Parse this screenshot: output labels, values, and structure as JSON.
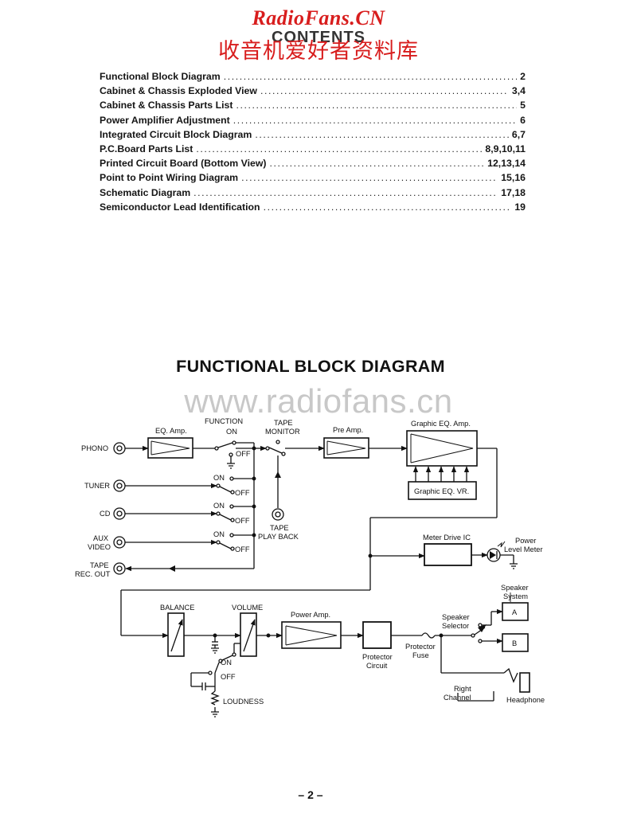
{
  "watermark": {
    "site": "RadioFans.CN",
    "site_cn": "收音机爱好者资料库",
    "url": "www.radiofans.cn"
  },
  "contents": {
    "title": "CONTENTS",
    "entries": [
      {
        "title": "Functional Block Diagram",
        "page": "2"
      },
      {
        "title": "Cabinet & Chassis Exploded View",
        "page": "3,4"
      },
      {
        "title": "Cabinet & Chassis Parts List",
        "page": "5"
      },
      {
        "title": "Power Amplifier Adjustment",
        "page": "6"
      },
      {
        "title": "Integrated Circuit Block Diagram",
        "page": "6,7"
      },
      {
        "title": "P.C.Board Parts List",
        "page": "8,9,10,11"
      },
      {
        "title": "Printed Circuit Board (Bottom View)",
        "page": "12,13,14"
      },
      {
        "title": "Point to Point Wiring Diagram",
        "page": "15,16"
      },
      {
        "title": "Schematic Diagram",
        "page": "17,18"
      },
      {
        "title": "Semiconductor Lead Identification",
        "page": "19"
      }
    ],
    "dot_leader": "......................................................................................................................"
  },
  "diagram": {
    "title": "FUNCTIONAL BLOCK DIAGRAM",
    "inputs": {
      "phono": "PHONO",
      "tuner": "TUNER",
      "cd": "CD",
      "aux": "AUX",
      "video": "VIDEO",
      "tape": "TAPE",
      "rec_out": "REC. OUT"
    },
    "switch": {
      "on": "ON",
      "off": "OFF"
    },
    "function_label": "FUNCTION",
    "tape_monitor_1": "TAPE",
    "tape_monitor_2": "MONITOR",
    "tape_playback_1": "TAPE",
    "tape_playback_2": "PLAY BACK",
    "eq_amp": "EQ. Amp.",
    "pre_amp": "Pre Amp.",
    "graphic_eq_amp": "Graphic EQ. Amp.",
    "graphic_eq_vr": "Graphic EQ. VR.",
    "meter_drive_ic": "Meter Drive IC",
    "power_level_meter_1": "Power",
    "power_level_meter_2": "Level Meter",
    "balance": "BALANCE",
    "volume": "VOLUME",
    "loudness": "LOUDNESS",
    "power_amp": "Power Amp.",
    "protector_circuit_1": "Protector",
    "protector_circuit_2": "Circuit",
    "protector_fuse_1": "Protector",
    "protector_fuse_2": "Fuse",
    "speaker_selector_1": "Speaker",
    "speaker_selector_2": "Selector",
    "speaker_system_1": "Speaker",
    "speaker_system_2": "System",
    "speaker_a": "A",
    "speaker_b": "B",
    "right_channel_1": "Right",
    "right_channel_2": "Channel",
    "headphone": "Headphone"
  },
  "page_number": "– 2 –"
}
